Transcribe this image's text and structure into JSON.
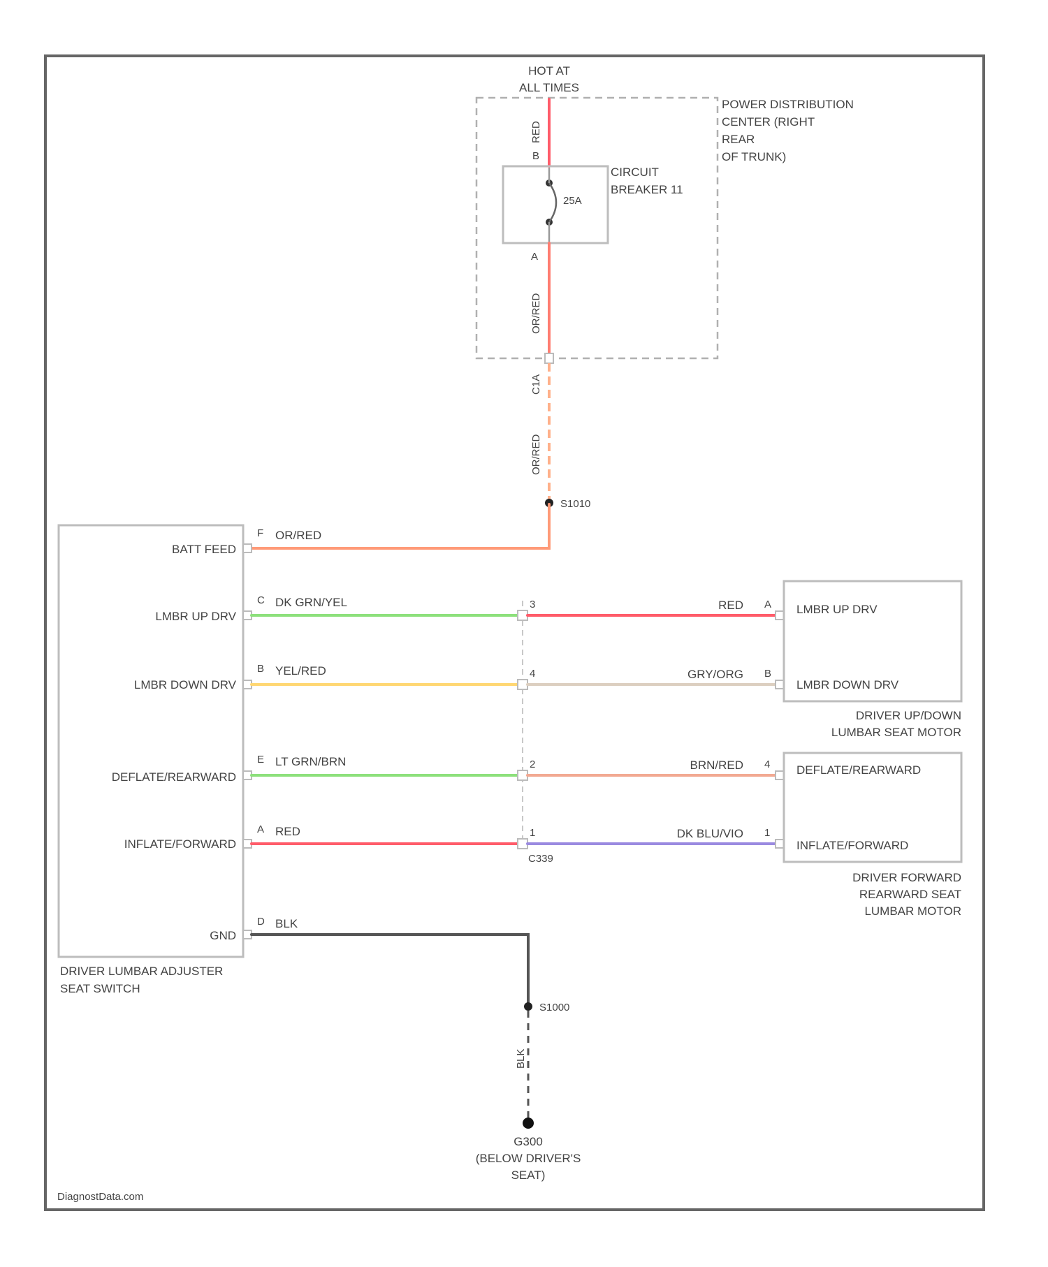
{
  "top_source": {
    "line1": "HOT AT",
    "line2": "ALL TIMES"
  },
  "pdc": {
    "label_lines": [
      "POWER DISTRIBUTION",
      "CENTER (RIGHT",
      "REAR",
      "OF TRUNK)"
    ],
    "breaker_label_lines": [
      "CIRCUIT",
      "BREAKER 11"
    ],
    "breaker_rating": "25A",
    "top_wire_color": "RED",
    "top_pin": "B",
    "bottom_pin": "A",
    "bottom_wire_color": "OR/RED",
    "connector_pin": "C1A",
    "lower_wire_color": "OR/RED"
  },
  "splice_top": "S1010",
  "splice_ground": "S1000",
  "switch": {
    "name_lines": [
      "DRIVER LUMBAR ADJUSTER",
      "SEAT SWITCH"
    ],
    "pins": [
      {
        "label": "BATT FEED",
        "pin": "F",
        "color": "OR/RED"
      },
      {
        "label": "LMBR UP DRV",
        "pin": "C",
        "color": "DK GRN/YEL"
      },
      {
        "label": "LMBR DOWN DRV",
        "pin": "B",
        "color": "YEL/RED"
      },
      {
        "label": "DEFLATE/REARWARD",
        "pin": "E",
        "color": "LT GRN/BRN"
      },
      {
        "label": "INFLATE/FORWARD",
        "pin": "A",
        "color": "RED"
      },
      {
        "label": "GND",
        "pin": "D",
        "color": "BLK"
      }
    ]
  },
  "connector": {
    "name": "C339",
    "pins": [
      "3",
      "4",
      "2",
      "1"
    ]
  },
  "right_wires": [
    {
      "color": "RED",
      "pin": "A"
    },
    {
      "color": "GRY/ORG",
      "pin": "B"
    },
    {
      "color": "BRN/RED",
      "pin": "4"
    },
    {
      "color": "DK BLU/VIO",
      "pin": "1"
    }
  ],
  "motor_updown": {
    "pin_labels": [
      "LMBR UP DRV",
      "LMBR DOWN DRV"
    ],
    "name_lines": [
      "DRIVER UP/DOWN",
      "LUMBAR SEAT MOTOR"
    ]
  },
  "motor_fwdrear": {
    "pin_labels": [
      "DEFLATE/REARWARD",
      "INFLATE/FORWARD"
    ],
    "name_lines": [
      "DRIVER FORWARD",
      "REARWARD SEAT",
      "LUMBAR MOTOR"
    ]
  },
  "ground": {
    "wire_color": "BLK",
    "name": "G300",
    "location_lines": [
      "(BELOW DRIVER'S",
      "SEAT)"
    ]
  },
  "watermark": "DiagnostData.com",
  "colors": {
    "red": "#ff5c6a",
    "or_red": "#ff9a78",
    "green": "#8de07c",
    "yellow": "#ffd773",
    "gray_orange": "#dccfc0",
    "brown_red": "#f2a992",
    "violet": "#9a8ae0",
    "black": "#555555"
  }
}
